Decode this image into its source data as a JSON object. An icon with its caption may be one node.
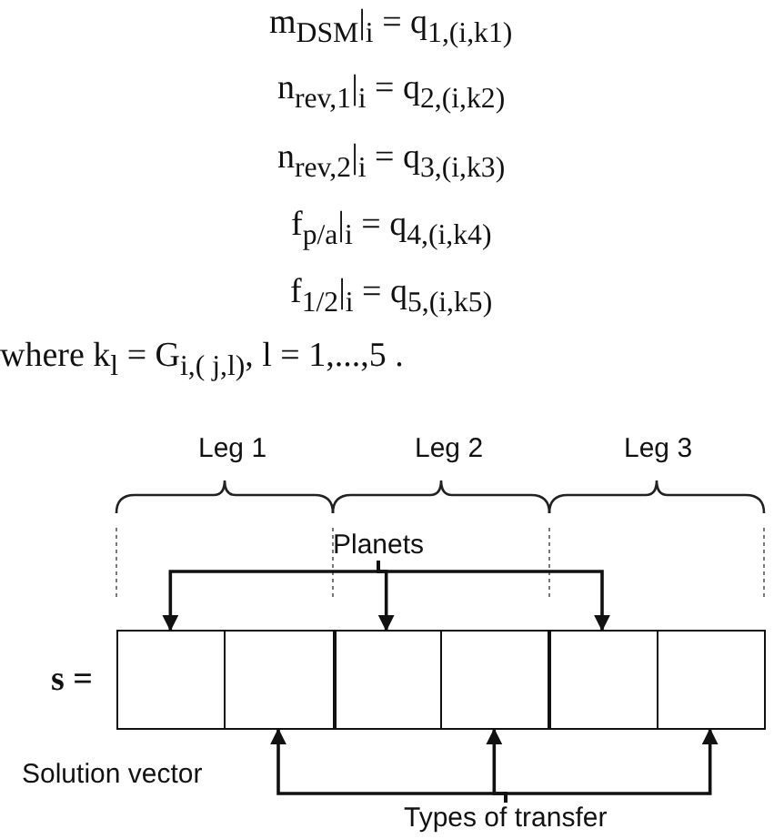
{
  "diagram": {
    "nodes": [
      {
        "text": [
          "Planets"
        ]
      },
      {
        "text": [
          "Types of transfer"
        ]
      },
      {
        "text": [],
        "shape": "box"
      },
      {
        "text": [],
        "shape": "box"
      },
      {
        "text": [],
        "shape": "box"
      },
      {
        "text": [],
        "shape": "box"
      },
      {
        "text": [],
        "shape": "box"
      },
      {
        "text": [],
        "shape": "box"
      }
    ],
    "edges": [
      {
        "from": 0,
        "to": 2,
        "arrow": "to"
      },
      {
        "from": 0,
        "to": 4,
        "arrow": "to"
      },
      {
        "from": 0,
        "to": 6,
        "arrow": "to"
      },
      {
        "from": 1,
        "to": 3,
        "arrow": "to"
      },
      {
        "from": 1,
        "to": 5,
        "arrow": "to"
      },
      {
        "from": 1,
        "to": 7,
        "arrow": "to"
      }
    ],
    "labels": [
      "m$_{DSM}$|$_{i}$ = q$_{1,(i,k}$$_{1}$$_{)}$",
      "n$_{rev,1}$|$_{i}$ = q$_{2,(i,k}$$_{2}$$_{)}$",
      "n$_{rev,2}$|$_{i}$ = q$_{3,(i,k}$$_{3}$$_{)}$",
      "f$_{p/a}$|$_{i}$ = q$_{4,(i,k}$$_{4}$$_{)}$",
      "f$_{1/2}$|$_{i}$ = q$_{5,(i,k}$$_{5}$$_{)}$",
      "where k$_{l}$ = G$_{i,( j,l)}$, l = 1,...,5 .",
      "Leg 1",
      "Leg 2",
      "Leg 3",
      "s =",
      "Solution vector"
    ]
  }
}
